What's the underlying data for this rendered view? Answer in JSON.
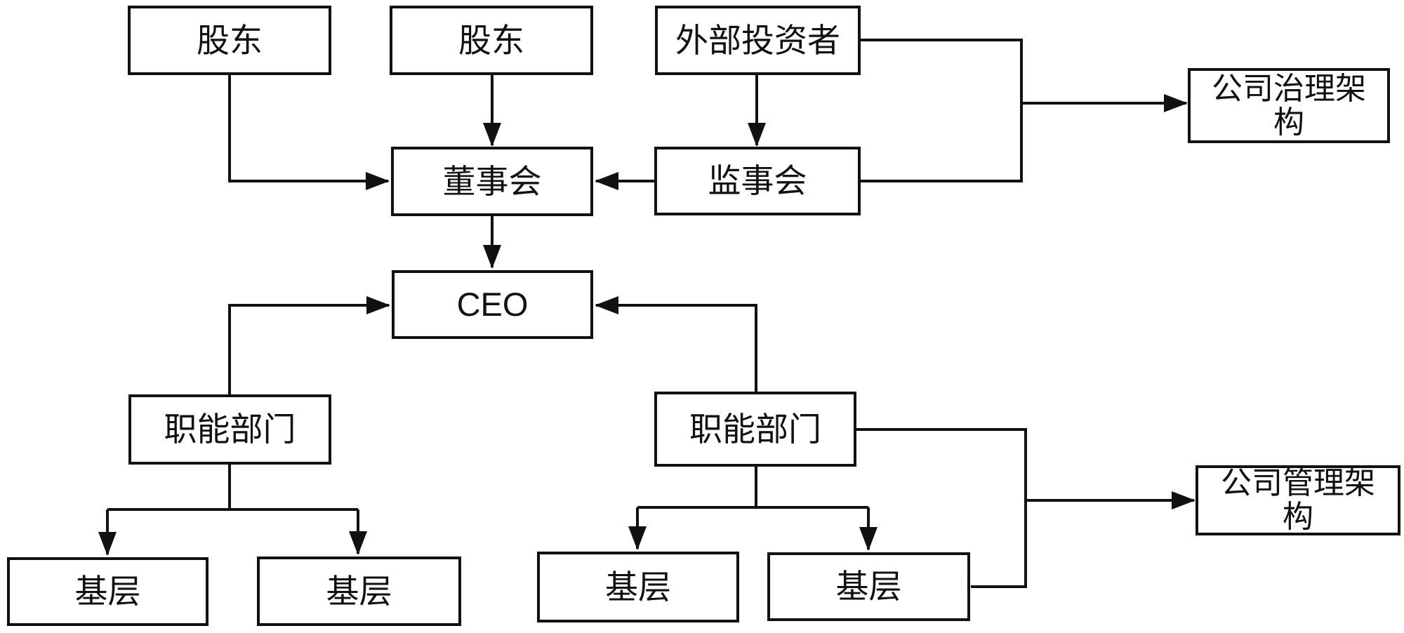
{
  "diagram": {
    "theme": {
      "line_color": "#111111",
      "bg": "#ffffff",
      "box_fill": "#ffffff",
      "text_color": "#111111"
    },
    "nodes": {
      "shareholder_a": {
        "label": "股东"
      },
      "shareholder_b": {
        "label": "股东"
      },
      "external_investor": {
        "label": "外部投资者"
      },
      "governance_structure": {
        "label": "公司治理架构"
      },
      "board": {
        "label": "董事会"
      },
      "supervisory_board": {
        "label": "监事会"
      },
      "ceo": {
        "label": "CEO"
      },
      "func_dept_left": {
        "label": "职能部门"
      },
      "func_dept_right": {
        "label": "职能部门"
      },
      "base_1": {
        "label": "基层"
      },
      "base_2": {
        "label": "基层"
      },
      "base_3": {
        "label": "基层"
      },
      "base_4": {
        "label": "基层"
      },
      "management_structure": {
        "label": "公司管理架构"
      }
    },
    "edges": [
      {
        "from": "shareholder_a",
        "to": "board",
        "arrow": true
      },
      {
        "from": "shareholder_b",
        "to": "board",
        "arrow": true
      },
      {
        "from": "external_investor",
        "to": "supervisory_board",
        "arrow": true
      },
      {
        "from": "supervisory_board",
        "to": "board",
        "arrow": true
      },
      {
        "from": "external_investor",
        "to": "supervisory_board",
        "arrow": false,
        "route": "right-side loop"
      },
      {
        "from": "right-side loop (top)",
        "to": "governance_structure",
        "arrow": true
      },
      {
        "from": "board",
        "to": "ceo",
        "arrow": true
      },
      {
        "from": "func_dept_left",
        "to": "ceo",
        "arrow": true
      },
      {
        "from": "func_dept_right",
        "to": "ceo",
        "arrow": true
      },
      {
        "from": "func_dept_left",
        "to": "base_1",
        "arrow": true
      },
      {
        "from": "func_dept_left",
        "to": "base_2",
        "arrow": true
      },
      {
        "from": "func_dept_right",
        "to": "base_3",
        "arrow": true
      },
      {
        "from": "func_dept_right",
        "to": "base_4",
        "arrow": true
      },
      {
        "from": "func_dept_right",
        "to": "base_4",
        "arrow": false,
        "route": "right-side loop"
      },
      {
        "from": "right-side loop (bottom)",
        "to": "management_structure",
        "arrow": true
      }
    ]
  }
}
